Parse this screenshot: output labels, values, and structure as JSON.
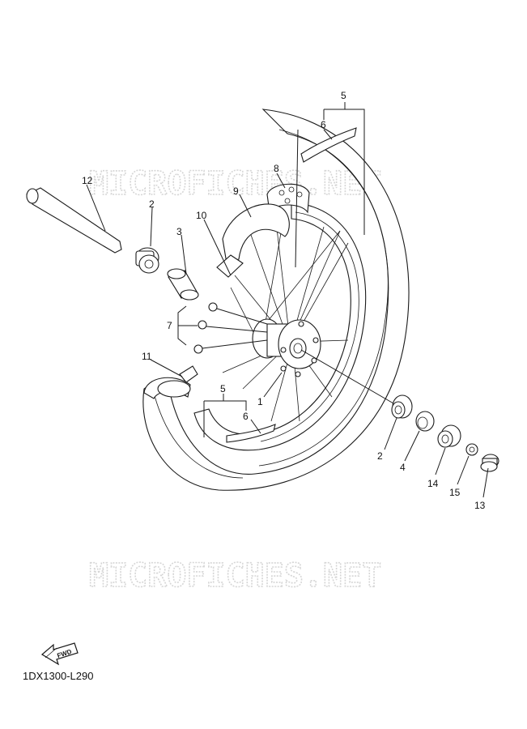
{
  "watermarks": [
    "MICROFICHES.NET",
    "MICROFICHES.NET"
  ],
  "callouts": {
    "c1": "1",
    "c2a": "2",
    "c2b": "2",
    "c3": "3",
    "c4": "4",
    "c5a": "5",
    "c5b": "5",
    "c6a": "6",
    "c6b": "6",
    "c7": "7",
    "c8": "8",
    "c9": "9",
    "c10": "10",
    "c11": "11",
    "c12": "12",
    "c13": "13",
    "c14": "14",
    "c15": "15"
  },
  "fwd_label": "FWD",
  "diagram_code": "1DX1300-L290",
  "icons": {
    "fwd": "fwd-arrow-icon"
  }
}
